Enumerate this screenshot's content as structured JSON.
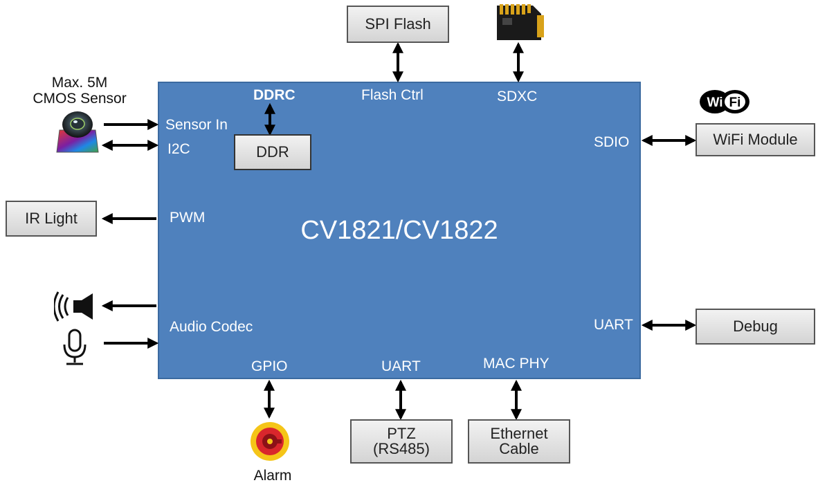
{
  "chip": {
    "title": "CV1821/CV1822",
    "ports": {
      "ddrc": "DDRC",
      "flash_ctrl": "Flash Ctrl",
      "sdxc": "SDXC",
      "sensor_in": "Sensor In",
      "i2c": "I2C",
      "sdio": "SDIO",
      "pwm": "PWM",
      "audio_codec": "Audio Codec",
      "uart_right": "UART",
      "gpio": "GPIO",
      "uart_bottom": "UART",
      "mac_phy": "MAC PHY"
    }
  },
  "peripherals": {
    "spi_flash": "SPI Flash",
    "ddr": "DDR",
    "wifi_module": "WiFi Module",
    "ir_light": "IR Light",
    "debug": "Debug",
    "ptz_line1": "PTZ",
    "ptz_line2": "(RS485)",
    "ethernet_line1": "Ethernet",
    "ethernet_line2": "Cable"
  },
  "labels": {
    "sensor_line1": "Max. 5M",
    "sensor_line2": "CMOS Sensor",
    "alarm": "Alarm",
    "wifi_logo": "WiFi"
  },
  "colors": {
    "chip_fill": "#4f81bd",
    "box_fill": "#e6e6e6",
    "alarm_red": "#d9262c",
    "alarm_yellow": "#f5c518"
  },
  "icons": [
    "sd-card-icon",
    "camera-sensor-icon",
    "wifi-logo-icon",
    "speaker-icon",
    "microphone-icon",
    "alarm-icon"
  ]
}
